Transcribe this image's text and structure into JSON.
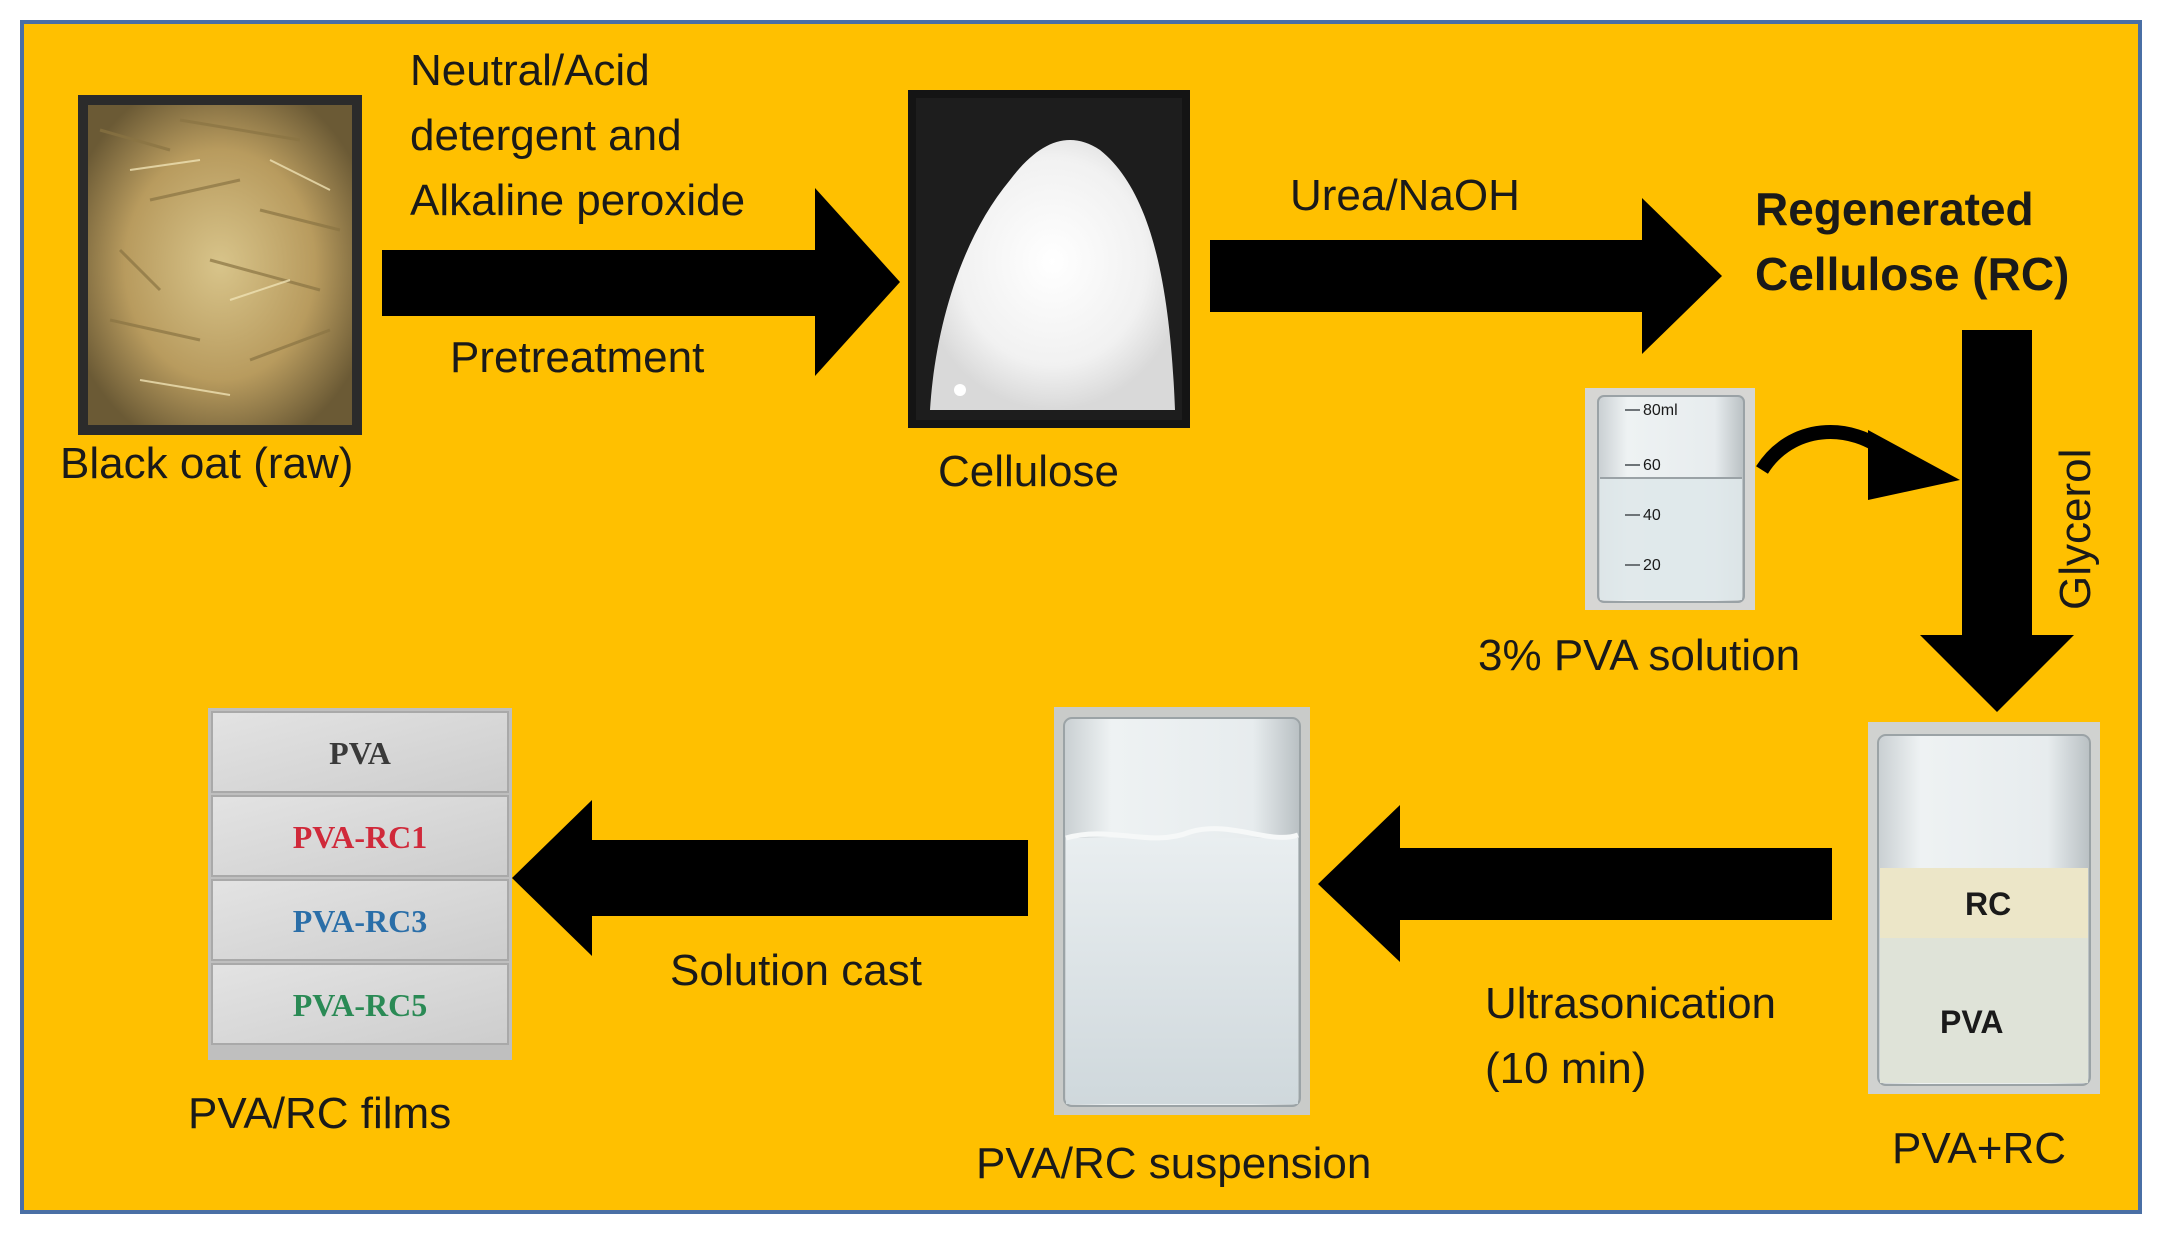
{
  "background_color": "#FFC000",
  "border_color": "#4a6fa5",
  "arrow_color": "#000000",
  "labels": {
    "black_oat": "Black oat (raw)",
    "pretreat_line1": "Neutral/Acid",
    "pretreat_line2": "detergent  and",
    "pretreat_line3": "Alkaline peroxide",
    "pretreatment": "Pretreatment",
    "cellulose": "Cellulose",
    "urea_naoh": "Urea/NaOH",
    "rc_line1": "Regenerated",
    "rc_line2": "Cellulose (RC)",
    "glycerol": "Glycerol",
    "pva_solution": "3% PVA solution",
    "pva_rc": "PVA+RC",
    "ultrasonication_line1": "Ultrasonication",
    "ultrasonication_line2": "(10 min)",
    "suspension": "PVA/RC suspension",
    "solution_cast": "Solution cast",
    "films": "PVA/RC films"
  },
  "beaker_pva": {
    "mark_80": "80ml",
    "mark_60": "60",
    "mark_40": "40",
    "mark_20": "20"
  },
  "beaker_mix": {
    "layer_top": "RC",
    "layer_bottom": "PVA"
  },
  "film_strips": [
    {
      "label": "PVA",
      "color": "#3a3a3a"
    },
    {
      "label": "PVA-RC1",
      "color": "#d0293a"
    },
    {
      "label": "PVA-RC3",
      "color": "#2a6ea8"
    },
    {
      "label": "PVA-RC5",
      "color": "#2a8a55"
    }
  ]
}
